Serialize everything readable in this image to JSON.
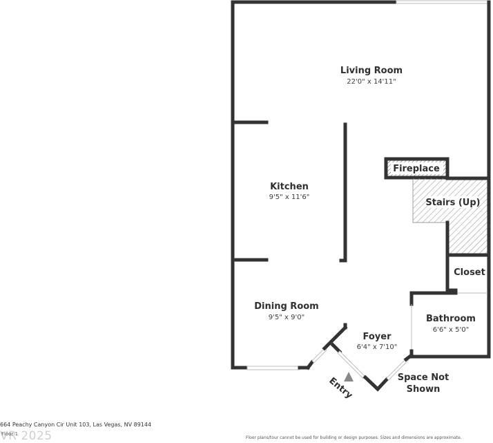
{
  "rooms": {
    "living_room": {
      "name": "Living Room",
      "dims": "22'0\" x 14'11\""
    },
    "kitchen": {
      "name": "Kitchen",
      "dims": "9'5\" x 11'6\""
    },
    "dining_room": {
      "name": "Dining Room",
      "dims": "9'5\" x 9'0\""
    },
    "foyer": {
      "name": "Foyer",
      "dims": "6'4\" x 7'10\""
    },
    "bathroom": {
      "name": "Bathroom",
      "dims": "6'6\" x 5'0\""
    },
    "closet": {
      "name": "Closet"
    },
    "fireplace": {
      "name": "Fireplace"
    },
    "stairs": {
      "name": "Stairs (Up)"
    }
  },
  "space_not_shown": {
    "line1": "Space Not",
    "line2": "Shown"
  },
  "entry": {
    "label": "Entry",
    "icon": "entry-arrow-icon"
  },
  "footer": {
    "address": "664 Peachy Canyon Cir Unit 103, Las Vegas, NV 89144",
    "page_marker": "Floor 1",
    "watermark": "VR 2025",
    "disclaimer": "Floor plans/tour cannot be used for building or design purposes. Sizes and dimensions are approximate."
  },
  "colors": {
    "wall": "#333333",
    "background": "#ffffff",
    "hatch": "#9a9a9a"
  }
}
